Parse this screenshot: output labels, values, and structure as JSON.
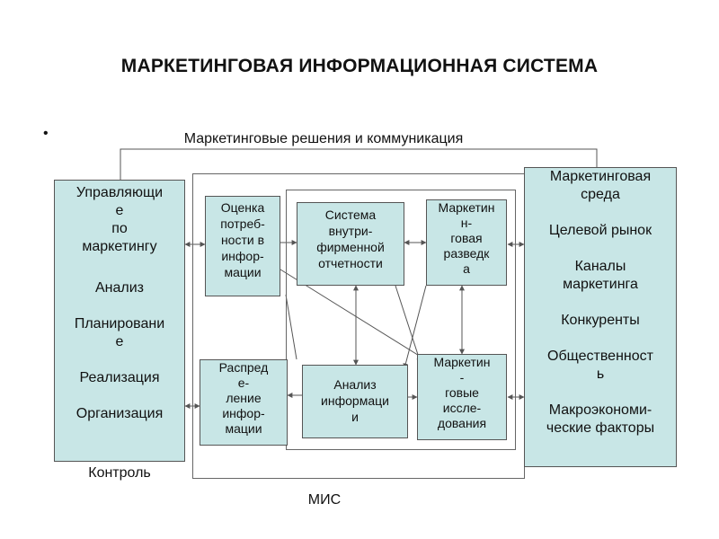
{
  "title": "МАРКЕТИНГОВАЯ ИНФОРМАЦИОННАЯ СИСТЕМА",
  "bullet": "•",
  "top_label": "Маркетинговые решения и коммуникация",
  "left_box": {
    "header": [
      "Управляющи",
      "е",
      "по",
      "маркетингу"
    ],
    "items": [
      "Анализ",
      "Планировани",
      "е",
      "Реализация",
      "Организация"
    ],
    "footer": "Контроль"
  },
  "right_box": {
    "header": [
      "Маркетинговая",
      "среда"
    ],
    "items": [
      "Целевой рынок",
      "Каналы",
      "маркетинга",
      "Конкуренты",
      "Общественност",
      "ь",
      "Макроэкономи-",
      "ческие факторы"
    ]
  },
  "mis_label": "МИС",
  "blocks": {
    "assessment": [
      "Оценка",
      "потреб-",
      "ности в",
      "инфор-",
      "мации"
    ],
    "internal_reporting": [
      "Система",
      "внутри-",
      "фирменной",
      "отчетности"
    ],
    "intelligence": [
      "Маркетин",
      "н-",
      "говая",
      "разведк",
      "а"
    ],
    "distribution": [
      "Распред",
      "е-",
      "ление",
      "инфор-",
      "мации"
    ],
    "analysis": [
      "Анализ",
      "информаци",
      "и"
    ],
    "research": [
      "Маркетин",
      "-",
      "говые",
      "иссле-",
      "дования"
    ]
  }
}
